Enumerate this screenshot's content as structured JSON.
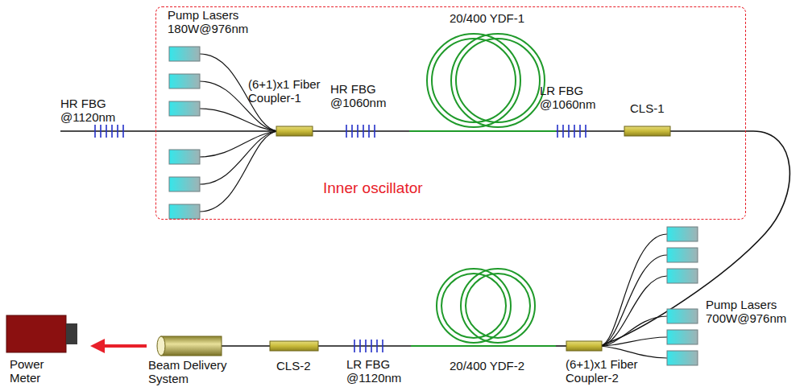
{
  "diagram": {
    "nodes": [
      {
        "text": [
          "Inner oscillator"
        ]
      }
    ],
    "labels": [
      "Pump Lasers 180W@976nm",
      "HR FBG @1120nm",
      "(6+1)x1 Fiber Coupler-1",
      "HR FBG @1060nm",
      "20/400 YDF-1",
      "LR FBG @1060nm",
      "CLS-1",
      "Pump Lasers 700W@976nm",
      "(6+1)x1 Fiber Coupler-2",
      "20/400 YDF-2",
      "LR FBG @1120nm",
      "CLS-2",
      "Beam Delivery System",
      "Power Meter"
    ]
  }
}
